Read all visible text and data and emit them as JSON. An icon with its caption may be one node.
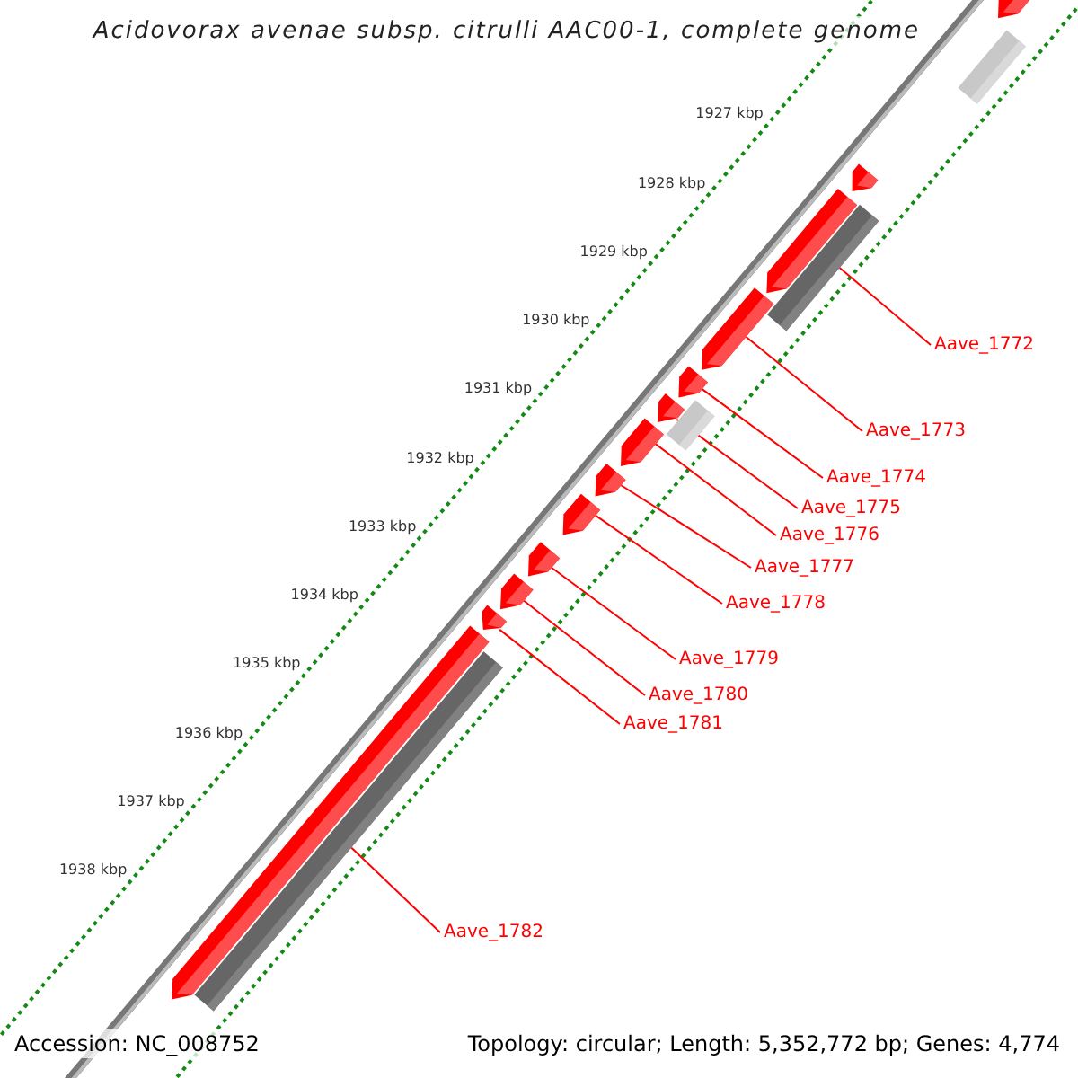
{
  "diagram": {
    "title": "Acidovorax avenae subsp. citrulli AAC00-1, complete genome",
    "nodes": [
      {
        "text": [
          "Aave_1772"
        ]
      },
      {
        "text": [
          "Aave_1773"
        ]
      },
      {
        "text": [
          "Aave_1774"
        ]
      },
      {
        "text": [
          "Aave_1775"
        ]
      },
      {
        "text": [
          "Aave_1776"
        ]
      },
      {
        "text": [
          "Aave_1777"
        ]
      },
      {
        "text": [
          "Aave_1778"
        ]
      },
      {
        "text": [
          "Aave_1779"
        ]
      },
      {
        "text": [
          "Aave_1780"
        ]
      },
      {
        "text": [
          "Aave_1781"
        ]
      },
      {
        "text": [
          "Aave_1782"
        ]
      },
      {
        "text": [],
        "shape": "bar"
      },
      {
        "text": [],
        "shape": "arrow"
      },
      {
        "text": [],
        "shape": "arrow"
      },
      {
        "text": [],
        "shape": "arrow"
      },
      {
        "text": [],
        "shape": "arrow"
      },
      {
        "text": [],
        "shape": "arrow"
      },
      {
        "text": [],
        "shape": "arrow"
      },
      {
        "text": [],
        "shape": "arrow"
      },
      {
        "text": [],
        "shape": "arrow"
      },
      {
        "text": [],
        "shape": "arrow"
      },
      {
        "text": [],
        "shape": "bar"
      },
      {
        "text": [],
        "shape": "arrow"
      },
      {
        "text": [],
        "shape": "bar"
      },
      {
        "text": [],
        "shape": "arrow"
      },
      {
        "text": [],
        "shape": "arrow"
      },
      {
        "text": [],
        "shape": "bar"
      },
      {
        "text": [],
        "shape": "arrow"
      }
    ],
    "edges": [
      {
        "from": 0,
        "to": 11,
        "arrow": "none"
      },
      {
        "from": 1,
        "to": 12,
        "arrow": "none"
      },
      {
        "from": 2,
        "to": 13,
        "arrow": "none"
      },
      {
        "from": 3,
        "to": 14,
        "arrow": "none"
      },
      {
        "from": 4,
        "to": 15,
        "arrow": "none"
      },
      {
        "from": 5,
        "to": 16,
        "arrow": "none"
      },
      {
        "from": 6,
        "to": 17,
        "arrow": "none"
      },
      {
        "from": 7,
        "to": 18,
        "arrow": "none"
      },
      {
        "from": 8,
        "to": 19,
        "arrow": "none"
      },
      {
        "from": 9,
        "to": 20,
        "arrow": "none"
      },
      {
        "from": 10,
        "to": 21,
        "arrow": "none"
      }
    ],
    "labels": [
      "1927 kbp",
      "1928 kbp",
      "1929 kbp",
      "1930 kbp",
      "1931 kbp",
      "1932 kbp",
      "1933 kbp",
      "1934 kbp",
      "1935 kbp",
      "1936 kbp",
      "1937 kbp",
      "1938 kbp",
      "Accession: NC_008752",
      "Topology: circular; Length: 5,352,772 bp; Genes: 4,774"
    ]
  }
}
